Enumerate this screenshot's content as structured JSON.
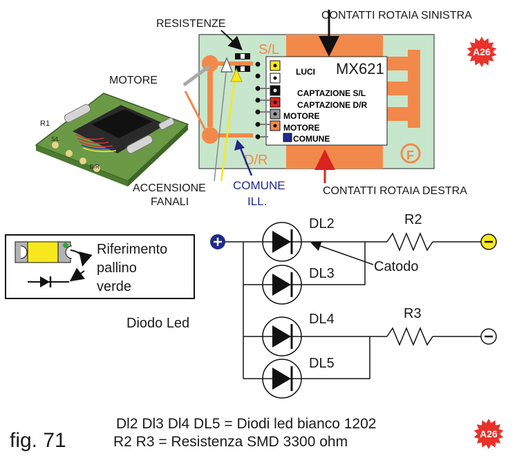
{
  "board": {
    "resistenze": "RESISTENZE",
    "contatti_sinistra": "CONTATTI ROTAIA SINISTRA",
    "contatti_destra": "CONTATTI ROTAIA DESTRA",
    "motore": "MOTORE",
    "model": "MX621",
    "sl": "S/L",
    "dr": "D/R",
    "pins": [
      "LUCI",
      "CAPTAZIONE S/L",
      "CAPTAZIONE D/R",
      "MOTORE",
      "MOTORE",
      "COMUNE"
    ],
    "accensione_line1": "ACCENSIONE",
    "accensione_line2": "FANALI",
    "comune_line1": "COMUNE",
    "comune_line2": "ILL.",
    "r1": "R1",
    "dr_small": "D/R",
    "sl_small": "S/L",
    "f_logo": "F"
  },
  "badge": {
    "text": "A26",
    "color": "#e8322a"
  },
  "legend": {
    "line1": "Riferimento",
    "line2": "pallino",
    "line3": "verde"
  },
  "circuit": {
    "dl2": "DL2",
    "dl3": "DL3",
    "dl4": "DL4",
    "dl5": "DL5",
    "r2": "R2",
    "r3": "R3",
    "catodo": "Catodo",
    "diodo_led": "Diodo Led"
  },
  "caption": {
    "fig": "fig. 71",
    "line1": "Dl2 Dl3 Dl4 DL5 = Diodi led bianco 1202",
    "line2": "R2 R3  = Resistenza SMD 3300 ohm"
  },
  "colors": {
    "board_green": "#c8e6cc",
    "pad_orange": "#f2894a",
    "blue": "#1f2a8a",
    "yellow": "#f7e81e"
  }
}
